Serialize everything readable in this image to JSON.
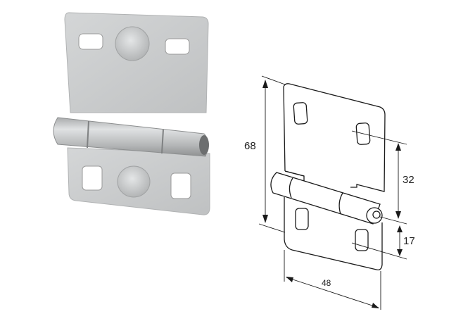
{
  "dimensions": {
    "height": "68",
    "hole_spacing": "32",
    "hole_offset": "17",
    "width": "48"
  },
  "colors": {
    "metal": "#c9cbcc",
    "metal_dark": "#a7a9aa",
    "line": "#1a1a1a"
  }
}
